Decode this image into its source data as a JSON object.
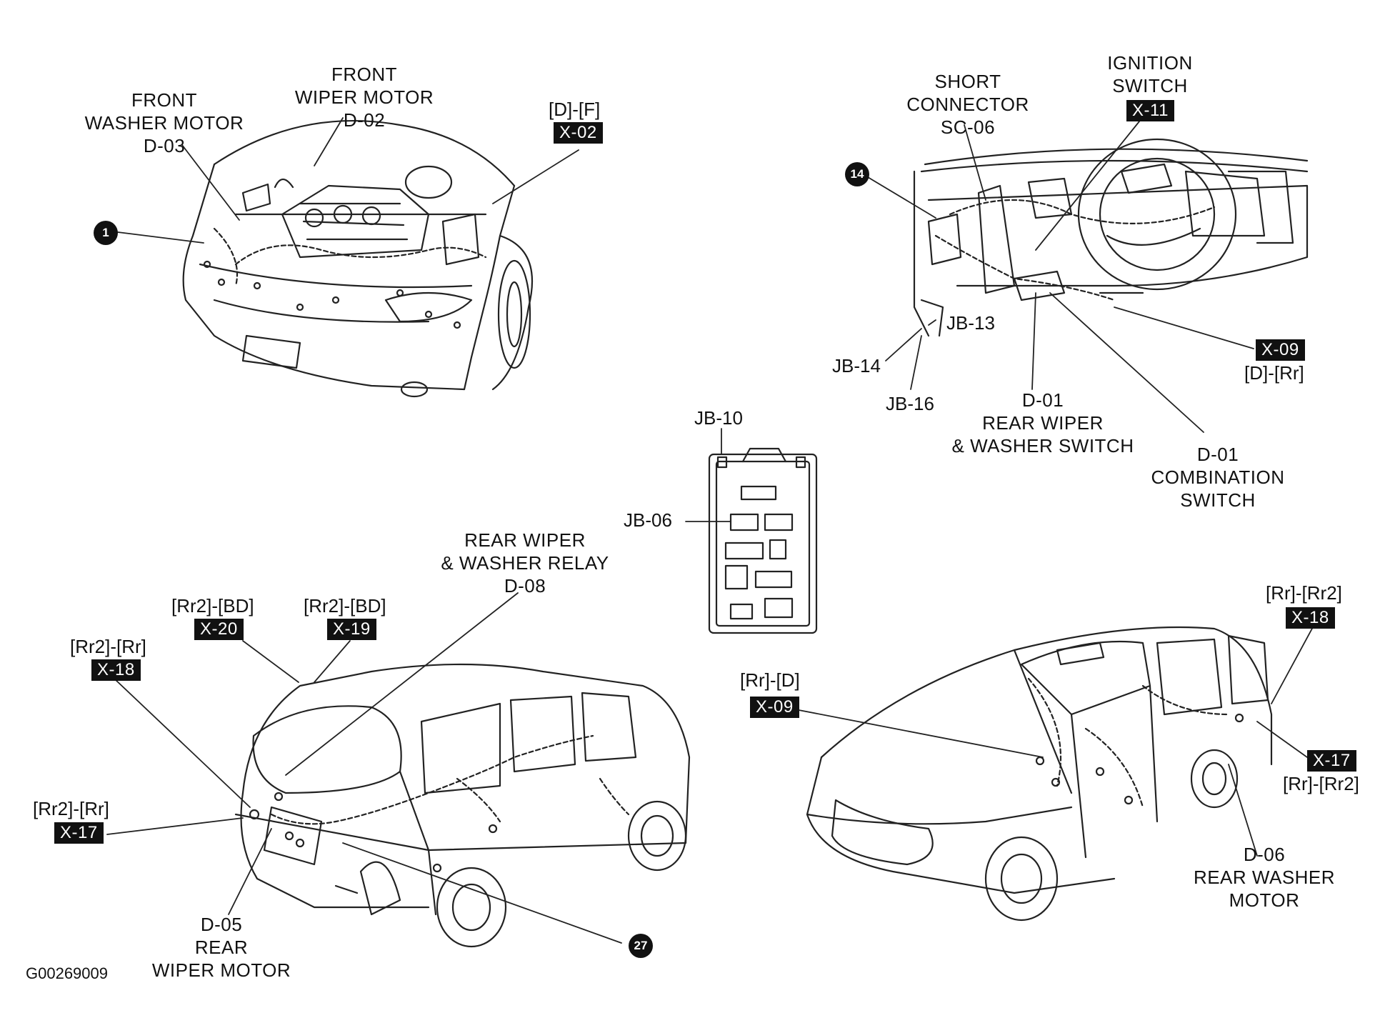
{
  "figure_id": "G00269009",
  "labels": {
    "front_washer_motor": [
      "FRONT",
      "WASHER MOTOR",
      "D-03"
    ],
    "front_wiper_motor": [
      "FRONT",
      "WIPER MOTOR",
      "D-02"
    ],
    "short_connector": [
      "SHORT",
      "CONNECTOR",
      "SC-06"
    ],
    "ignition_switch": [
      "IGNITION",
      "SWITCH"
    ],
    "rear_wiper_washer_switch": [
      "D-01",
      "REAR WIPER",
      "& WASHER SWITCH"
    ],
    "combination_switch": [
      "D-01",
      "COMBINATION",
      "SWITCH"
    ],
    "rear_wiper_washer_relay": [
      "REAR WIPER",
      "& WASHER RELAY",
      "D-08"
    ],
    "rear_wiper_motor": [
      "D-05",
      "REAR",
      "WIPER MOTOR"
    ],
    "rear_washer_motor": [
      "D-06",
      "REAR WASHER",
      "MOTOR"
    ]
  },
  "connectors": {
    "x02": {
      "pair": "[D]-[F]",
      "id": "X-02"
    },
    "x11": {
      "id": "X-11"
    },
    "x09_top": {
      "pair": "[D]-[Rr]",
      "id": "X-09"
    },
    "x20": {
      "pair": "[Rr2]-[BD]",
      "id": "X-20"
    },
    "x19": {
      "pair": "[Rr2]-[BD]",
      "id": "X-19"
    },
    "x18_left": {
      "pair": "[Rr2]-[Rr]",
      "id": "X-18"
    },
    "x17_left": {
      "pair": "[Rr2]-[Rr]",
      "id": "X-17"
    },
    "x09_bottom": {
      "pair": "[Rr]-[D]",
      "id": "X-09"
    },
    "x18_right": {
      "pair": "[Rr]-[Rr2]",
      "id": "X-18"
    },
    "x17_right": {
      "pair": "[Rr]-[Rr2]",
      "id": "X-17"
    }
  },
  "junction_blocks": {
    "jb10": "JB-10",
    "jb06": "JB-06",
    "jb13": "JB-13",
    "jb14": "JB-14",
    "jb16": "JB-16"
  },
  "ground_points": {
    "g1": "1",
    "g14": "14",
    "g27": "27"
  }
}
